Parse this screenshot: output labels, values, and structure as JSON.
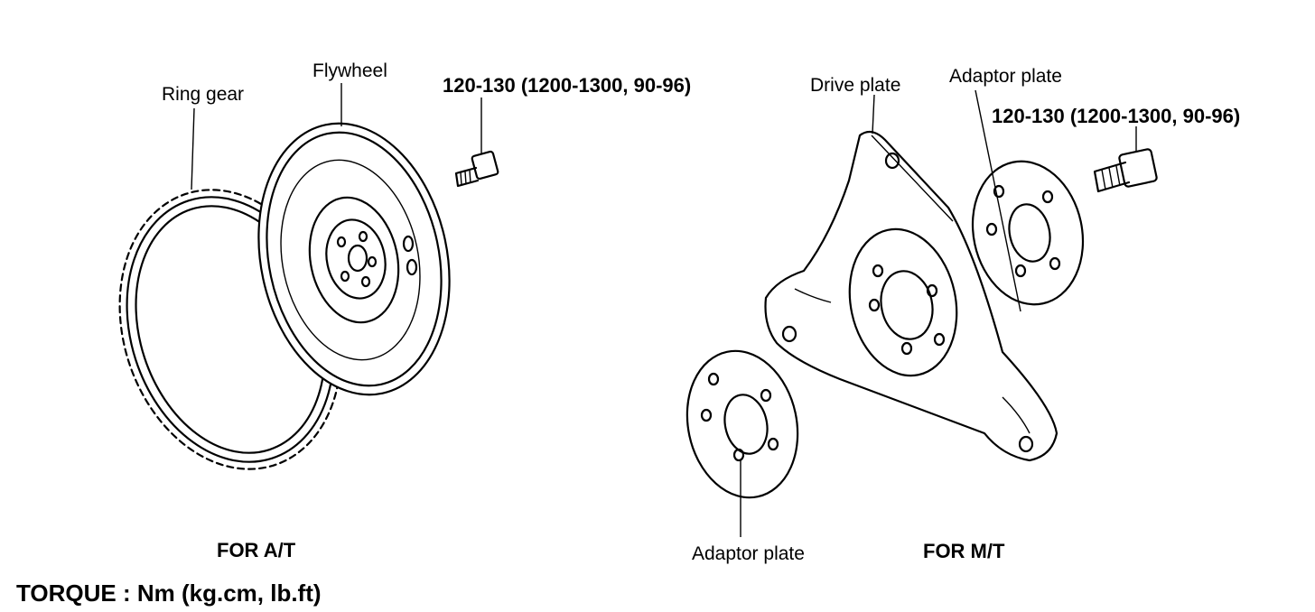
{
  "labels": {
    "flywheel": "Flywheel",
    "ring_gear": "Ring gear",
    "torque_at": "120-130 (1200-1300, 90-96)",
    "drive_plate": "Drive plate",
    "adaptor_plate_top": "Adaptor plate",
    "torque_mt": "120-130 (1200-1300, 90-96)",
    "adaptor_plate_bottom": "Adaptor plate"
  },
  "captions": {
    "for_at": "FOR A/T",
    "for_mt": "FOR M/T",
    "torque_units": "TORQUE : Nm (kg.cm, lb.ft)"
  }
}
